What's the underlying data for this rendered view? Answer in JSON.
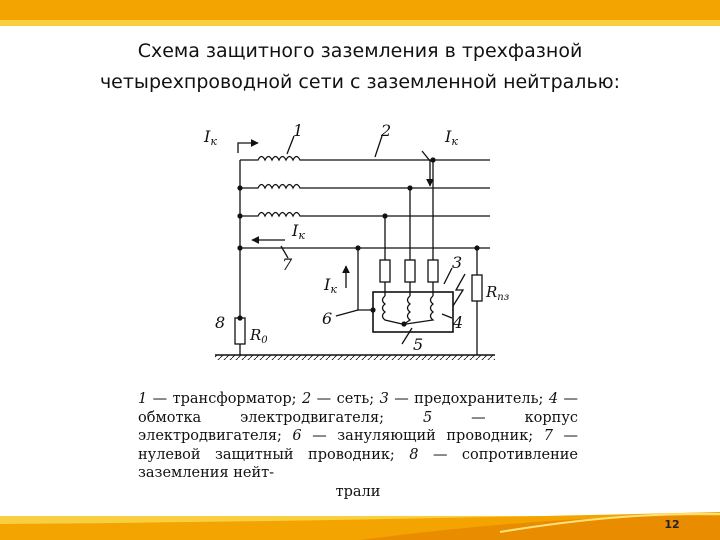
{
  "slide": {
    "title_line1": "Схема защитного заземления в трехфазной",
    "title_line2": "четырехпроводной сети с заземленной нейтралью:",
    "page_number": "12",
    "accent_colors": {
      "orange": "#f0a000",
      "yellow": "#f7cf3c",
      "dark_orange": "#e07f00"
    }
  },
  "diagram": {
    "labels": {
      "ik": "I",
      "ik_sub": "к",
      "n1": "1",
      "n2": "2",
      "n3": "3",
      "n4": "4",
      "n5": "5",
      "n6": "6",
      "n7": "7",
      "n8": "8",
      "r0": "R",
      "r0_sub": "0",
      "rz": "R",
      "rz_sub": "пз"
    }
  },
  "caption": {
    "n1": "1",
    "t1": " — трансформатор; ",
    "n2": "2",
    "t2": " — сеть; ",
    "n3": "3",
    "t3": " — предохранитель; ",
    "n4": "4",
    "t4": " — обмотка электродвигателя; ",
    "n5": "5",
    "t5": " — корпус электродвигателя; ",
    "n6": "6",
    "t6": " — зануляющий проводник; ",
    "n7": "7",
    "t7": " — нулевой защитный проводник; ",
    "n8": "8",
    "t8": " — сопротивление заземления нейт-",
    "t_end": "трали"
  }
}
